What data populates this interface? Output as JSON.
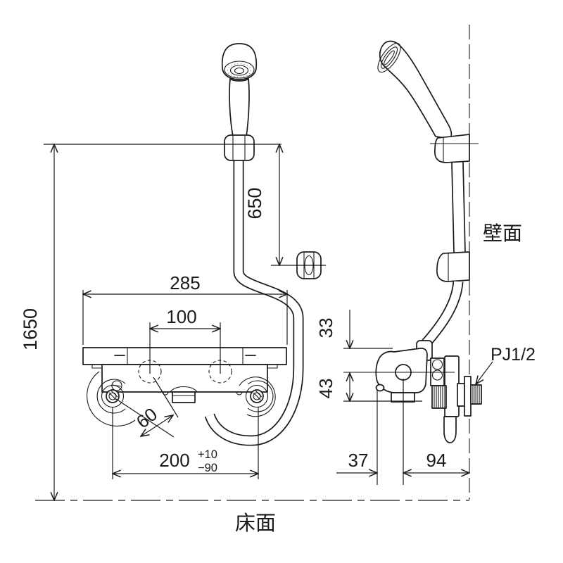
{
  "drawing": {
    "dimensions": {
      "floor_to_bracket": "1650",
      "bracket_spacing": "650",
      "overall_width": "285",
      "center_width": "100",
      "eccentric_offset": "60",
      "pipe_pitch": "200",
      "pitch_tol_plus": "+10",
      "pitch_tol_minus": "−90",
      "body_top_offset": "33",
      "body_center_offset": "43",
      "depth_front": "37",
      "depth_wall": "94"
    },
    "labels": {
      "thread_type": "PJ1/2",
      "wall_surface": "壁面",
      "floor_surface": "床面"
    },
    "colors": {
      "line": "#1a1a1a",
      "background": "#ffffff"
    }
  }
}
